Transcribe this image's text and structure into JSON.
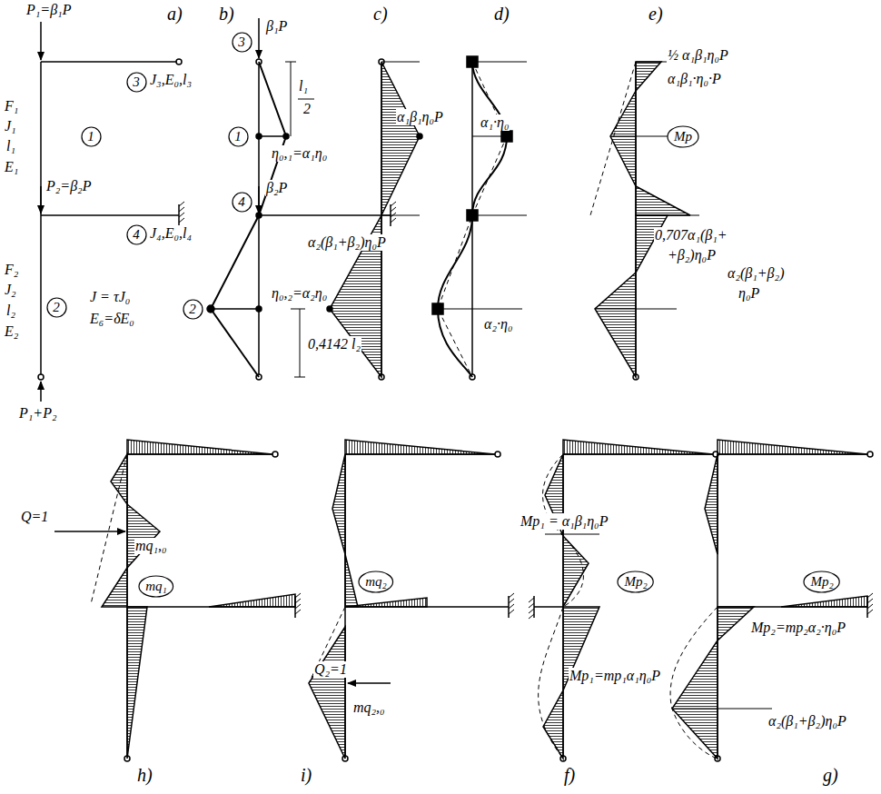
{
  "diagram": {
    "nodes": [
      {
        "text": [
          "3"
        ]
      },
      {
        "text": [
          "1"
        ]
      },
      {
        "text": [
          "4"
        ]
      },
      {
        "text": [
          "2"
        ]
      },
      {
        "text": [
          "3"
        ]
      },
      {
        "text": [
          "1"
        ]
      },
      {
        "text": [
          "4"
        ]
      },
      {
        "text": [
          "2"
        ]
      },
      {
        "text": [
          "Mp"
        ]
      },
      {
        "text": [
          "mq₁"
        ]
      },
      {
        "text": [
          "mq₂"
        ]
      },
      {
        "text": [
          "Mp₂"
        ]
      },
      {
        "text": [
          "Mp₂"
        ]
      }
    ],
    "labels": [
      "a)",
      "P₁=β₁P",
      "J₃,E₀,l₃",
      "F₁",
      "J₁",
      "l₁",
      "E₁",
      "P₂=β₂P",
      "J₄,E₀,l₄",
      "F₂",
      "J₂",
      "l₂",
      "E₂",
      "J = τJ₀",
      "E₆=δE₀",
      "P₁+P₂",
      "b)",
      "β₁P",
      "l₁",
      "2",
      "η₀,₁=α₁η₀",
      "β₂P",
      "η₀,₂=α₂η₀",
      "0,4142 l₂",
      "c)",
      "α₁β₁η₀P",
      "α₂(β₁+β₂)η₀P",
      "d)",
      "α₁·η₀",
      "α₂·η₀",
      "e)",
      "½ α₁β₁η₀P",
      "α₁β₁·η₀·P",
      "0,707α₁(β₁+",
      "+β₂)η₀P",
      "α₂(β₁+β₂)",
      "η₀P",
      "Q=1",
      "mq₁,₀",
      "h)",
      "Mp₁ = α₁β₁η₀P",
      "Q₂=1",
      "mq₂,₀",
      "i)",
      "Mp₁=mp₁α₁η₀P",
      "f)",
      "Mp₂=mp₂α₂·η₀P",
      "α₂(β₁+β₂)η₀P",
      "g)"
    ]
  }
}
